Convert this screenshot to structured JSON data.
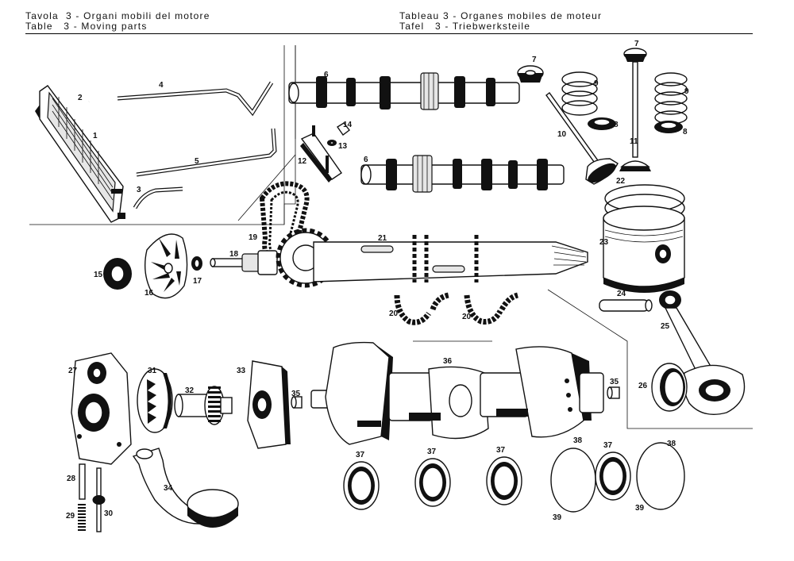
{
  "header": {
    "italian": "Tavola  3 - Organi mobili del motore",
    "english": "Table   3 - Moving parts",
    "french": "Tableau 3 - Organes mobiles de moteur",
    "german": "Tafel   3 - Triebwerksteile"
  },
  "callouts": {
    "c1": "1",
    "c2": "2",
    "c3": "3",
    "c4": "4",
    "c5": "5",
    "c6a": "6",
    "c6b": "6",
    "c7a": "7",
    "c7b": "7",
    "c8a": "8",
    "c8b": "8",
    "c9a": "9",
    "c9b": "9",
    "c10": "10",
    "c11": "11",
    "c12": "12",
    "c13": "13",
    "c14": "14",
    "c15": "15",
    "c16": "16",
    "c17": "17",
    "c18": "18",
    "c19": "19",
    "c20a": "20",
    "c20b": "20",
    "c21": "21",
    "c22": "22",
    "c23": "23",
    "c24": "24",
    "c25": "25",
    "c26": "26",
    "c27": "27",
    "c28": "28",
    "c29": "29",
    "c30": "30",
    "c31": "31",
    "c32": "32",
    "c33": "33",
    "c34": "34",
    "c35a": "35",
    "c35b": "35",
    "c36": "36",
    "c37a": "37",
    "c37b": "37",
    "c37c": "37",
    "c37d": "37",
    "c38a": "38",
    "c38b": "38",
    "c39a": "39",
    "c39b": "39"
  }
}
